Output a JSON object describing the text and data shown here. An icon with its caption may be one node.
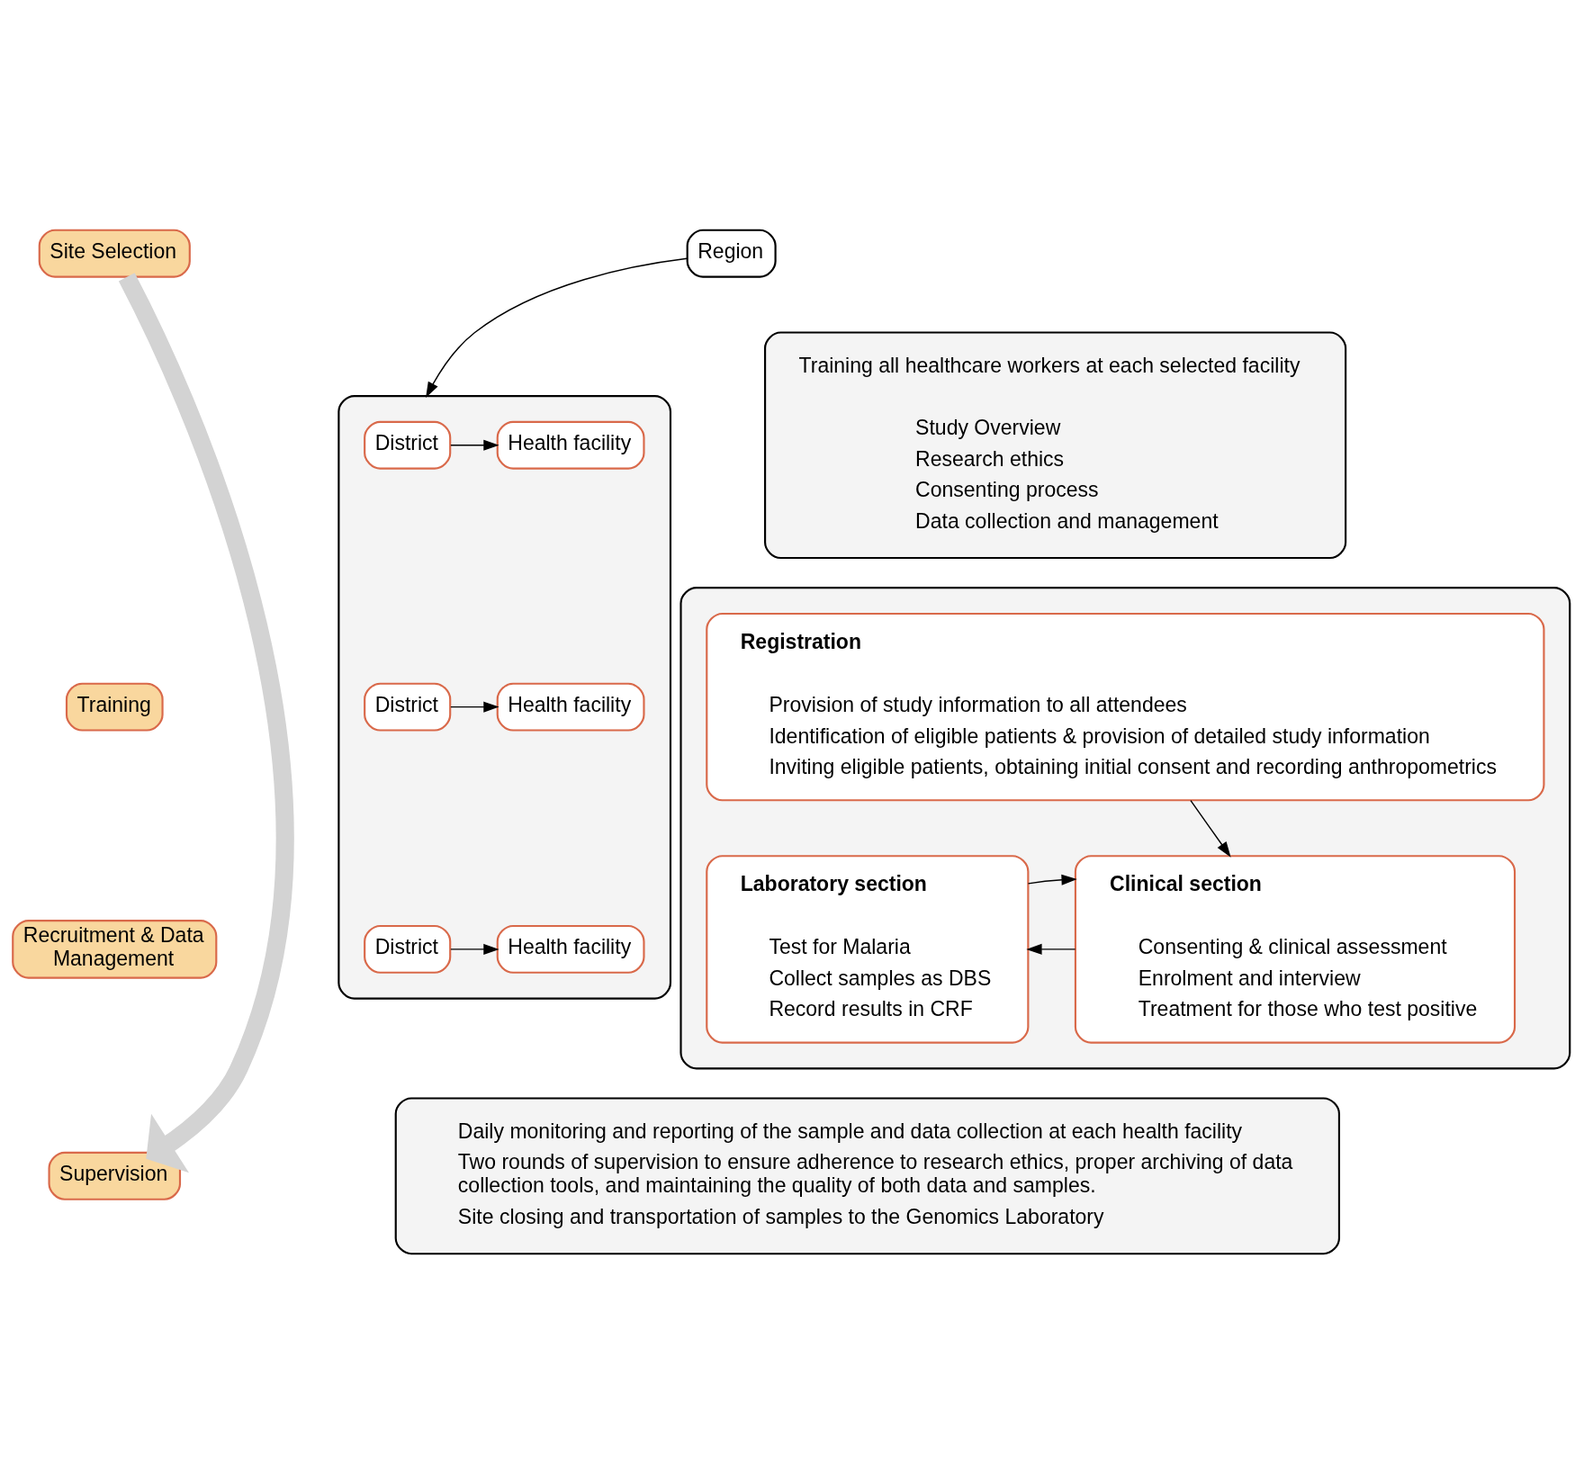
{
  "diagram": {
    "nodes": [
      {
        "text": [
          "Site Selection"
        ]
      },
      {
        "text": [
          "Training"
        ]
      },
      {
        "text": [
          "Recruitment & Data Management"
        ]
      },
      {
        "text": [
          "Supervision"
        ]
      },
      {
        "text": [
          "Region"
        ]
      },
      {
        "text": [],
        "shape": "box"
      },
      {
        "text": [
          "District"
        ],
        "in": 5
      },
      {
        "text": [
          "Health facility"
        ],
        "in": 5
      },
      {
        "text": [
          "District"
        ],
        "in": 5
      },
      {
        "text": [
          "Health facility"
        ],
        "in": 5
      },
      {
        "text": [
          "District"
        ],
        "in": 5
      },
      {
        "text": [
          "Health facility"
        ],
        "in": 5
      },
      {
        "text": [
          "Training all healthcare workers at each selected facility",
          "Study Overview",
          "Research ethics",
          "Consenting process",
          "Data collection and management"
        ]
      },
      {
        "text": [],
        "shape": "box"
      },
      {
        "text": [
          "Registration",
          "Provision of study information to all attendees",
          "Identification of eligible patients & provision of detailed study information",
          "Inviting eligible patients, obtaining initial consent and recording anthropometrics"
        ],
        "in": 13
      },
      {
        "text": [
          "Clinical section",
          "Consenting & clinical assessment",
          "Enrolment and interview",
          "Treatment for those who test positive"
        ],
        "in": 13
      },
      {
        "text": [
          "Laboratory section",
          "Test for Malaria",
          "Collect samples as DBS",
          "Record results in CRF"
        ],
        "in": 13
      },
      {
        "text": [
          "Daily monitoring and reporting of the sample and data collection at each health facility",
          "Two rounds of supervision to ensure adherence to research ethics, proper archiving of data collection tools, and maintaining the quality of both data and samples.",
          "Site closing and transportation of samples to the Genomics Laboratory"
        ]
      }
    ],
    "edges": [
      {
        "from": 0,
        "to": 3,
        "arrow": "to",
        "style": "thick",
        "color": "#d3d3d3"
      },
      {
        "from": 4,
        "to": 5,
        "arrow": "to"
      },
      {
        "from": 6,
        "to": 7,
        "arrow": "to"
      },
      {
        "from": 8,
        "to": 9,
        "arrow": "to"
      },
      {
        "from": 10,
        "to": 11,
        "arrow": "to"
      },
      {
        "from": 14,
        "to": 15,
        "arrow": "to"
      },
      {
        "from": 15,
        "to": 16,
        "arrow": "to"
      },
      {
        "from": 16,
        "to": 15,
        "arrow": "to"
      }
    ]
  }
}
